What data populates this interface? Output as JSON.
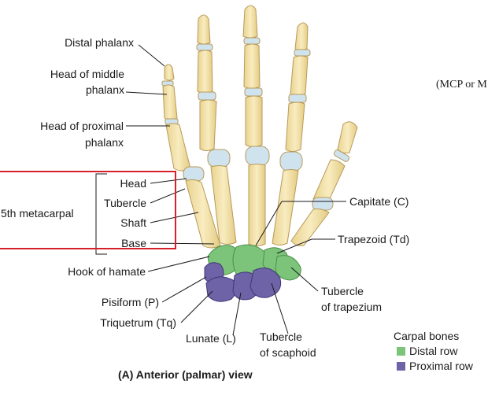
{
  "labels": {
    "distal_phalanx": "Distal phalanx",
    "head_middle_1": "Head of middle",
    "head_middle_2": "phalanx",
    "head_proximal_1": "Head of proximal",
    "head_proximal_2": "phalanx",
    "fifth_metacarpal": "5th metacarpal",
    "head": "Head",
    "tubercle": "Tubercle",
    "shaft": "Shaft",
    "base": "Base",
    "hook_of_hamate": "Hook of hamate",
    "pisiform": "Pisiform (P)",
    "triquetrum": "Triquetrum (Tq)",
    "lunate": "Lunate (L)",
    "tubercle_scaphoid_1": "Tubercle",
    "tubercle_scaphoid_2": "of scaphoid",
    "capitate": "Capitate (C)",
    "trapezoid": "Trapezoid (Td)",
    "tubercle_trapezium_1": "Tubercle",
    "tubercle_trapezium_2": "of trapezium",
    "mcp_fragment": "(MCP or M"
  },
  "legend": {
    "title": "Carpal bones",
    "items": [
      {
        "label": "Distal row",
        "color": "#7cc47a"
      },
      {
        "label": "Proximal row",
        "color": "#6f63a8"
      }
    ]
  },
  "caption": "(A)  Anterior (palmar) view",
  "colors": {
    "bone": "#f3e3a8",
    "bone_outline": "#b89a5a",
    "cartilage": "#cfe3ef",
    "distal_row": "#7cc47a",
    "proximal_row": "#6f63a8",
    "highlight": "#d6202a"
  }
}
